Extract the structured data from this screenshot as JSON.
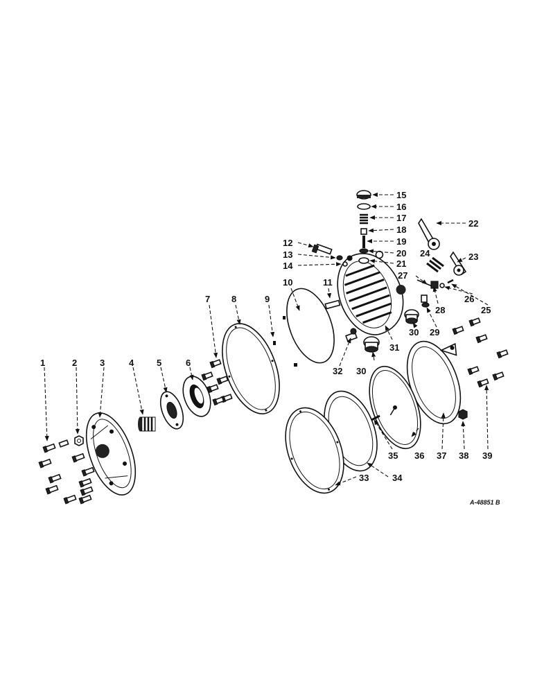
{
  "figure_id": "A-48851 B",
  "callouts": [
    "1",
    "2",
    "3",
    "4",
    "5",
    "6",
    "7",
    "8",
    "9",
    "10",
    "11",
    "12",
    "13",
    "14",
    "15",
    "16",
    "17",
    "18",
    "19",
    "20",
    "21",
    "22",
    "23",
    "24",
    "25",
    "26",
    "27",
    "28",
    "29",
    "30",
    "30",
    "31",
    "32",
    "33",
    "34",
    "35",
    "36",
    "37",
    "38",
    "39"
  ]
}
